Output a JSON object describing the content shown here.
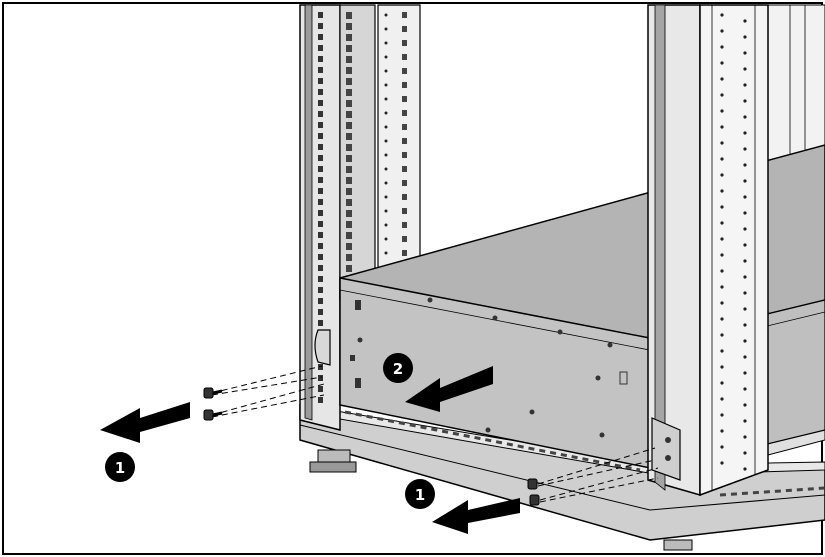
{
  "callouts": [
    {
      "id": "callout-1-left",
      "number": "1"
    },
    {
      "id": "callout-2",
      "number": "2"
    },
    {
      "id": "callout-1-bottom",
      "number": "1"
    }
  ],
  "colors": {
    "background": "#ffffff",
    "frame": "#000000",
    "rack_metal": "#d9d9d9",
    "rail_dark": "#7a7a7a",
    "chassis_top": "#b0b0b0",
    "chassis_front": "#c3c3c3",
    "arrow": "#000000"
  },
  "icons": [
    "rack-frame",
    "server-chassis",
    "screw-icon",
    "arrow-icon"
  ]
}
